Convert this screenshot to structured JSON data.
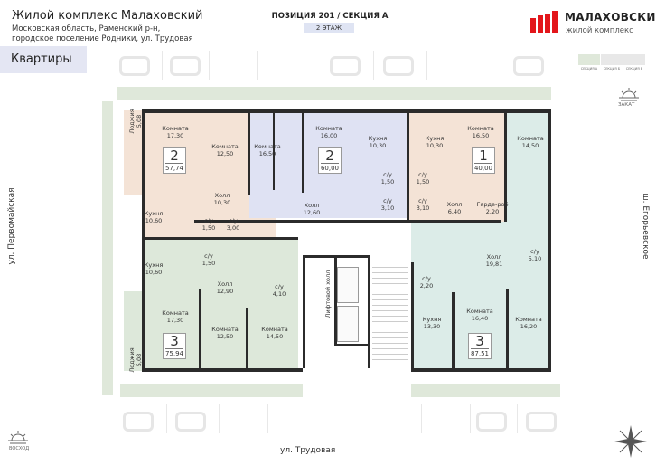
{
  "header": {
    "title": "Жилой комплекс Малаховский",
    "address_line1": "Московская область, Раменский р-н,",
    "address_line2": "городское поселение Родники, ул. Трудовая",
    "position": "ПОЗИЦИЯ 201 / СЕКЦИЯ А",
    "floor": "2 ЭТАЖ"
  },
  "nav": {
    "apartments_tab": "Квартиры"
  },
  "logo": {
    "name": "МАЛАХОВСКИЙ",
    "tagline": "жилой комплекс",
    "color": "#e3161b"
  },
  "sections": [
    "СЕКЦИЯ А",
    "СЕКЦИЯ Б",
    "СЕКЦИЯ В"
  ],
  "compass": {
    "sunset": "ЗАКАТ",
    "sunrise": "ВОСХОД"
  },
  "streets": {
    "left": "ул. Первомайская",
    "right": "ш. Егорьевское",
    "bottom": "ул. Трудовая"
  },
  "colors": {
    "apt_peach": "#f4e3d6",
    "apt_lavender": "#dfe2f3",
    "apt_green": "#dde8da",
    "apt_teal": "#dcece8",
    "wall": "#2b2b2b"
  },
  "apartments": [
    {
      "rooms": "2",
      "area": "57,74",
      "spaces": [
        {
          "name": "Комната",
          "area": "17,30"
        },
        {
          "name": "Комната",
          "area": "12,50"
        },
        {
          "name": "Холл",
          "area": "10,30"
        },
        {
          "name": "Кухня",
          "area": "10,60"
        },
        {
          "name": "с/у",
          "area": "1,50"
        },
        {
          "name": "с/у",
          "area": "3,00"
        },
        {
          "name": "Лоджия",
          "area": "5,08"
        }
      ]
    },
    {
      "rooms": "2",
      "area": "60,00",
      "spaces": [
        {
          "name": "Комната",
          "area": "16,50"
        },
        {
          "name": "Комната",
          "area": "16,00"
        },
        {
          "name": "Кухня",
          "area": "10,30"
        },
        {
          "name": "Холл",
          "area": "12,60"
        },
        {
          "name": "с/у",
          "area": "1,50"
        },
        {
          "name": "с/у",
          "area": "3,10"
        }
      ]
    },
    {
      "rooms": "1",
      "area": "40,00",
      "spaces": [
        {
          "name": "Кухня",
          "area": "10,30"
        },
        {
          "name": "Комната",
          "area": "16,50"
        },
        {
          "name": "с/у",
          "area": "1,50"
        },
        {
          "name": "с/у",
          "area": "3,10"
        },
        {
          "name": "Холл",
          "area": "6,40"
        },
        {
          "name": "Гарде-роб",
          "area": "2,20"
        }
      ]
    },
    {
      "rooms": "3",
      "area": "87,51",
      "spaces": [
        {
          "name": "Комната",
          "area": "14,50"
        },
        {
          "name": "с/у",
          "area": "5,10"
        },
        {
          "name": "Холл",
          "area": "19,81"
        },
        {
          "name": "с/у",
          "area": "2,20"
        },
        {
          "name": "Кухня",
          "area": "13,30"
        },
        {
          "name": "Комната",
          "area": "16,40"
        },
        {
          "name": "Комната",
          "area": "16,20"
        }
      ]
    },
    {
      "rooms": "3",
      "area": "75,94",
      "spaces": [
        {
          "name": "Кухня",
          "area": "10,60"
        },
        {
          "name": "с/у",
          "area": "1,50"
        },
        {
          "name": "Холл",
          "area": "12,90"
        },
        {
          "name": "с/у",
          "area": "4,10"
        },
        {
          "name": "Комната",
          "area": "17,30"
        },
        {
          "name": "Комната",
          "area": "12,50"
        },
        {
          "name": "Комната",
          "area": "14,50"
        },
        {
          "name": "Лоджия",
          "area": "5,08"
        }
      ]
    }
  ],
  "lift_hall": "Лифтовой холл"
}
